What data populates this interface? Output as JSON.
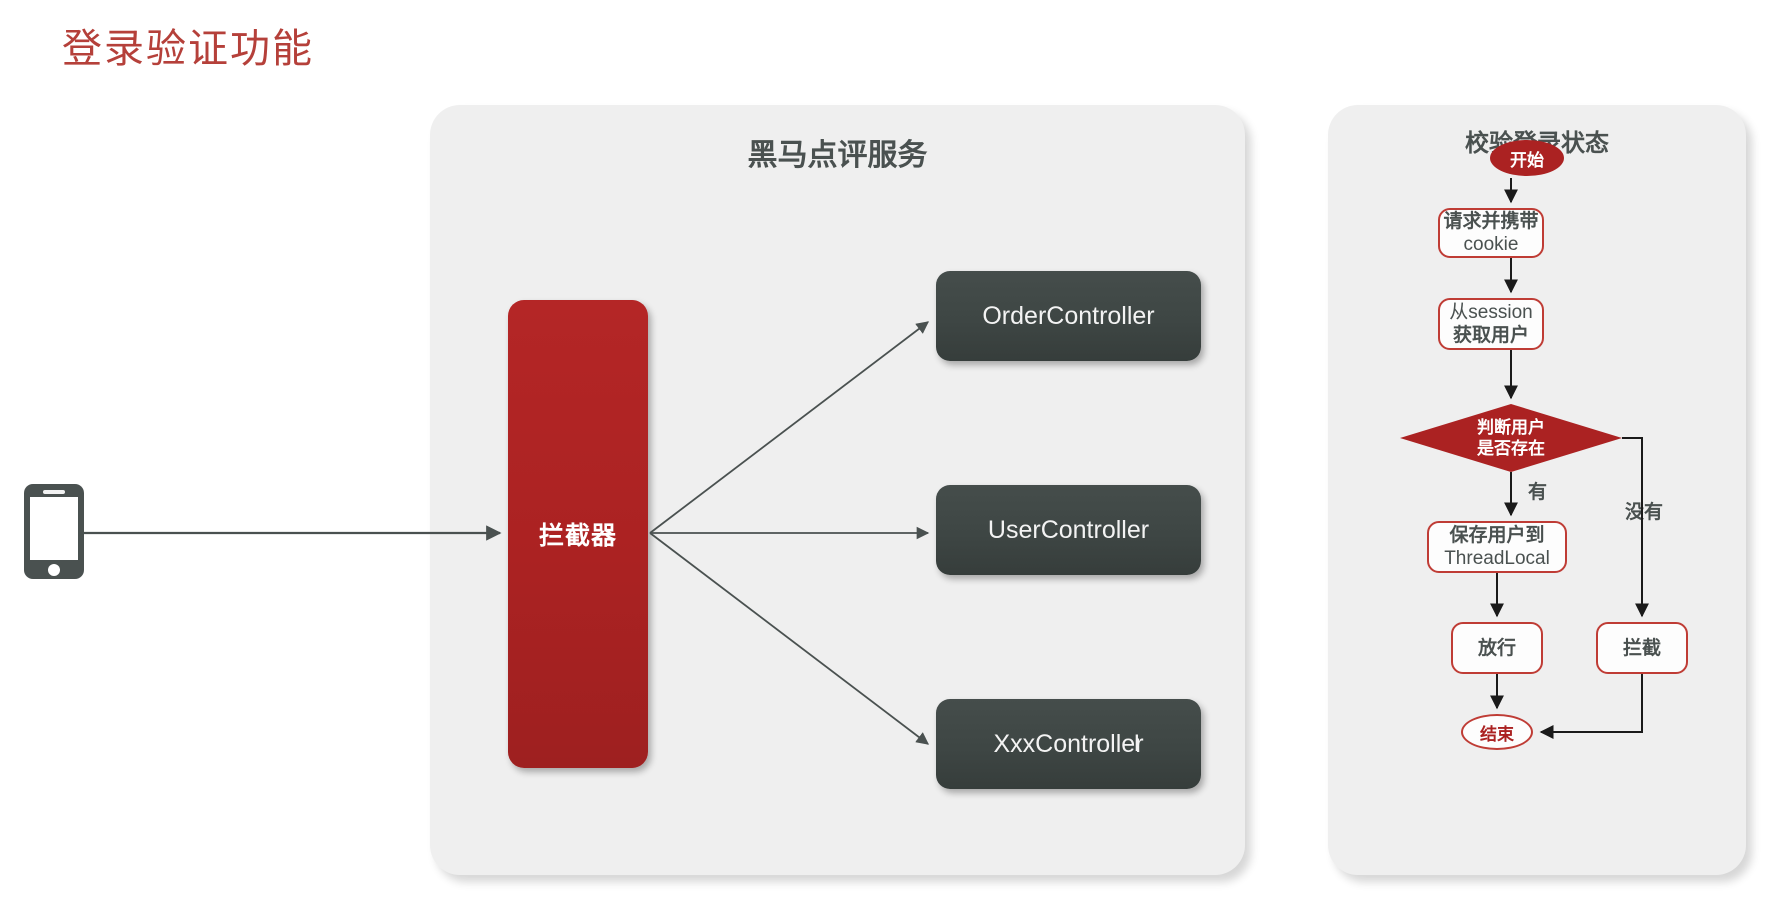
{
  "page": {
    "title": "登录验证功能",
    "title_color": "#b5403a",
    "background": "#ffffff"
  },
  "colors": {
    "panel_bg": "#efefef",
    "accent_red": "#ab2222",
    "node_border_red": "#bf3c35",
    "dark_box": "#3e4644",
    "text_dark": "#4a5150",
    "arrow": "#4a5150"
  },
  "client": {
    "device_icon": "smartphone-icon"
  },
  "service_panel": {
    "title": "黑马点评服务",
    "interceptor": {
      "label": "拦截器"
    },
    "controllers": [
      {
        "id": "order",
        "label": "OrderController"
      },
      {
        "id": "user",
        "label": "UserController"
      },
      {
        "id": "xxx",
        "label": "XxxController",
        "cursor": "I"
      }
    ]
  },
  "flow_panel": {
    "title": "校验登录状态",
    "nodes": [
      {
        "id": "start",
        "shape": "ellipse",
        "line1": "开始"
      },
      {
        "id": "cookie",
        "shape": "rounded",
        "line1": "请求并携带",
        "line2": "cookie"
      },
      {
        "id": "session",
        "shape": "rounded",
        "line1": "从session",
        "line2": "获取用户"
      },
      {
        "id": "decision",
        "shape": "diamond",
        "line1": "判断用户",
        "line2": "是否存在"
      },
      {
        "id": "threadlocal",
        "shape": "rounded",
        "line1": "保存用户到",
        "line2": "ThreadLocal"
      },
      {
        "id": "pass",
        "shape": "rounded",
        "line1": "放行"
      },
      {
        "id": "block",
        "shape": "rounded",
        "line1": "拦截"
      },
      {
        "id": "end",
        "shape": "ellipse",
        "line1": "结束"
      }
    ],
    "branch_labels": {
      "yes": "有",
      "no": "没有"
    }
  }
}
